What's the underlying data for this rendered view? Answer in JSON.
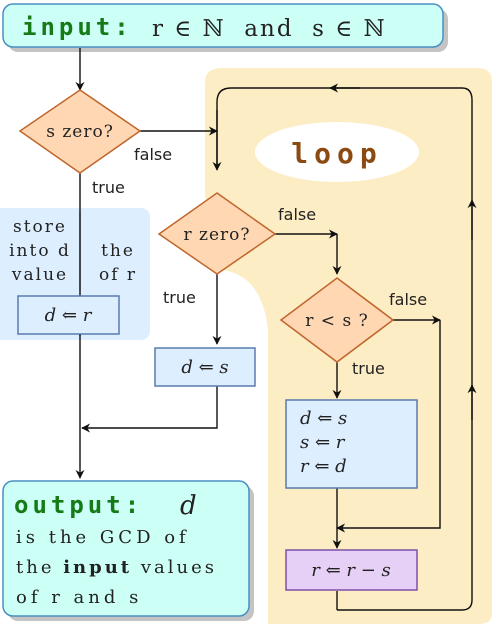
{
  "input": {
    "label": "input:",
    "condition": "r ∈ ℕ  and  s ∈ ℕ"
  },
  "loop": {
    "label": "loop"
  },
  "decisions": {
    "s_zero": "s zero?",
    "r_zero": "r zero?",
    "r_lt_s": "r < s ?"
  },
  "edge_labels": {
    "s_zero_false": "false",
    "s_zero_true": "true",
    "r_zero_false": "false",
    "r_zero_true": "true",
    "r_lt_s_false": "false",
    "r_lt_s_true": "true"
  },
  "note": {
    "left_lines": [
      "store",
      "into d",
      "value"
    ],
    "right_lines": [
      "the",
      "of r"
    ]
  },
  "assignments": {
    "d_from_r": "d ⇐ r",
    "d_from_s": "d ⇐ s",
    "swap_lines": [
      "d ⇐ s",
      "s ⇐ r",
      "r ⇐ d"
    ],
    "subtract": "r ⇐ r − s"
  },
  "output": {
    "label": "output:",
    "var": "d",
    "line1": "is the GCD of",
    "line2_pre": "the ",
    "line2_bold": "input",
    "line2_post": " values",
    "line3": "of r and s"
  },
  "colors": {
    "io_fill": "#ccfff6",
    "io_stroke": "#4a90c0",
    "decision_fill": "#ffd8b3",
    "decision_stroke": "#c0652b",
    "process_fill": "#ddeeff",
    "process_stroke": "#5a7bb0",
    "subtract_fill": "#e6d0f5",
    "subtract_stroke": "#8050a8",
    "loop_bg": "#fdedc4",
    "note_bg": "#ddeeff",
    "shadow": "#c4c4c4",
    "line": "#111111"
  }
}
